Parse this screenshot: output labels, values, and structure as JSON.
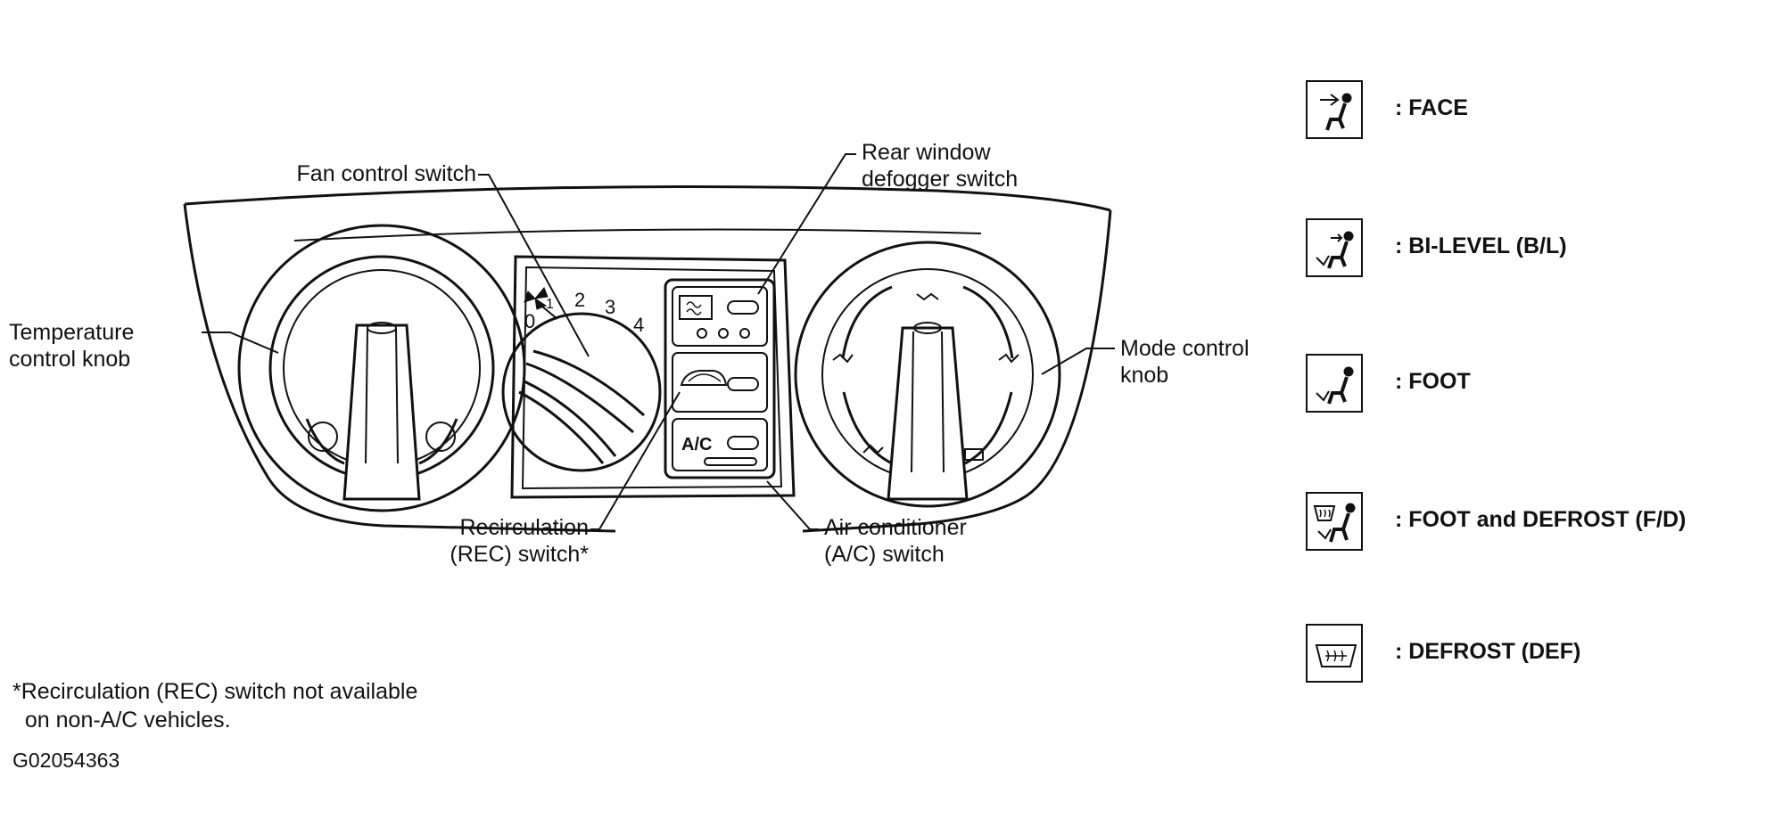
{
  "callouts": {
    "fan_control": "Fan control switch",
    "rear_window": "Rear window\ndefogger switch",
    "temperature": "Temperature\ncontrol knob",
    "mode_control": "Mode control\nknob",
    "recirculation": "Recirculation\n(REC) switch*",
    "air_conditioner": "Air conditioner\n(A/C) switch"
  },
  "panel": {
    "fan_scale": [
      "0",
      "1",
      "2",
      "3",
      "4"
    ],
    "ac_button": "A/C"
  },
  "legend": [
    {
      "icon": "face-mode-icon",
      "label": ": FACE"
    },
    {
      "icon": "bi-level-mode-icon",
      "label": ": BI-LEVEL (B/L)"
    },
    {
      "icon": "foot-mode-icon",
      "label": ": FOOT"
    },
    {
      "icon": "foot-defrost-mode-icon",
      "label": ": FOOT and DEFROST (F/D)"
    },
    {
      "icon": "defrost-mode-icon",
      "label": ": DEFROST (DEF)"
    }
  ],
  "footnote": "*Recirculation (REC) switch not available\n  on non-A/C vehicles.",
  "figure_code": "G02054363"
}
